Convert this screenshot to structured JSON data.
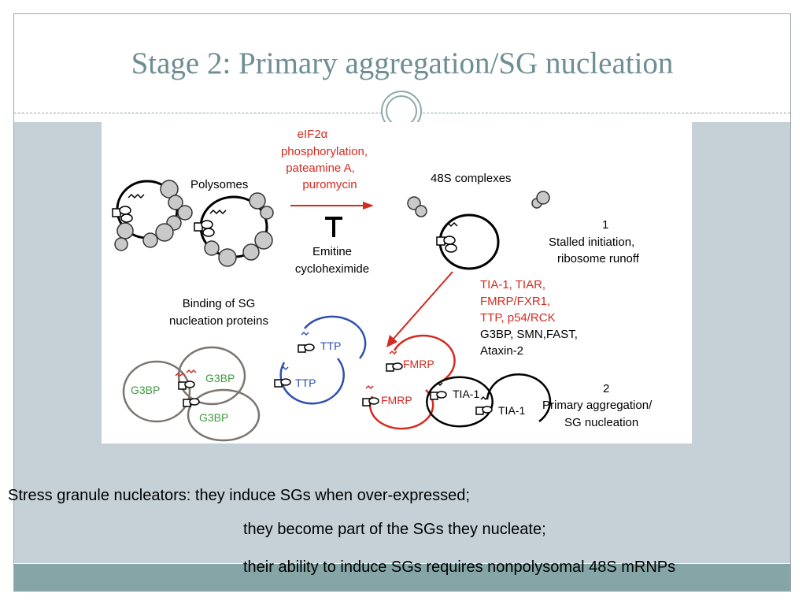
{
  "slide": {
    "title": "Stage 2: Primary aggregation/SG nucleation",
    "body_lines": [
      "Stress granule nucleators: they induce SGs when over-expressed;",
      "they become part of the SGs they nucleate;",
      "their ability to induce SGs requires nonpolysomal 48S mRNPs"
    ]
  },
  "figure": {
    "polysomes_label": "Polysomes",
    "treatment_lines": [
      "eIF2α",
      "phosphorylation,",
      "pateamine A,",
      "puromycin"
    ],
    "inhibitor_lines": [
      "Emitine",
      "cycloheximide"
    ],
    "complexes_label": "48S complexes",
    "step1_number": "1",
    "step1_lines": [
      "Stalled initiation,",
      "ribosome runoff"
    ],
    "binding_lines": [
      "Binding of SG",
      "nucleation proteins"
    ],
    "proteins_red_lines": [
      "TIA-1, TIAR,",
      "FMRP/FXR1,",
      "TTP,  p54/RCK"
    ],
    "proteins_black_lines": [
      "G3BP, SMN,FAST,",
      "Ataxin-2"
    ],
    "step2_number": "2",
    "step2_lines": [
      "Primary aggregation/",
      "SG nucleation"
    ],
    "loop_labels": {
      "g3bp": [
        "G3BP",
        "G3BP",
        "G3BP"
      ],
      "ttp": [
        "TTP",
        "TTP"
      ],
      "fmrp": [
        "FMRP",
        "FMRP"
      ],
      "tia": [
        "TIA-1",
        "TIA-1"
      ]
    },
    "colors": {
      "red": "#d42a20",
      "blue": "#2f4fb0",
      "green": "#3f9a3f",
      "grey_loop": "#7a7570",
      "ribosome": "#c9c9c9"
    }
  }
}
